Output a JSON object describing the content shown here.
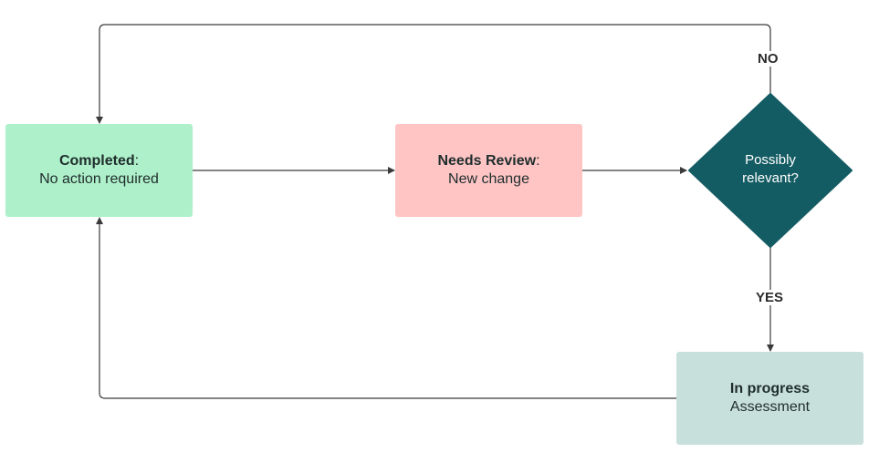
{
  "nodes": {
    "completed": {
      "title": "Completed",
      "sep": ":",
      "subtitle": "No action required",
      "color": "#aef0c9"
    },
    "needs_review": {
      "title": "Needs Review",
      "sep": ":",
      "subtitle": "New change",
      "color": "#ffc5c5"
    },
    "decision": {
      "line1": "Possibly",
      "line2": "relevant?",
      "color": "#145c63"
    },
    "in_progress": {
      "title": "In progress",
      "subtitle": "Assessment",
      "color": "#c8e0db"
    }
  },
  "edges": {
    "no_label": "NO",
    "yes_label": "YES"
  },
  "colors": {
    "connector": "#3a3a3a"
  }
}
